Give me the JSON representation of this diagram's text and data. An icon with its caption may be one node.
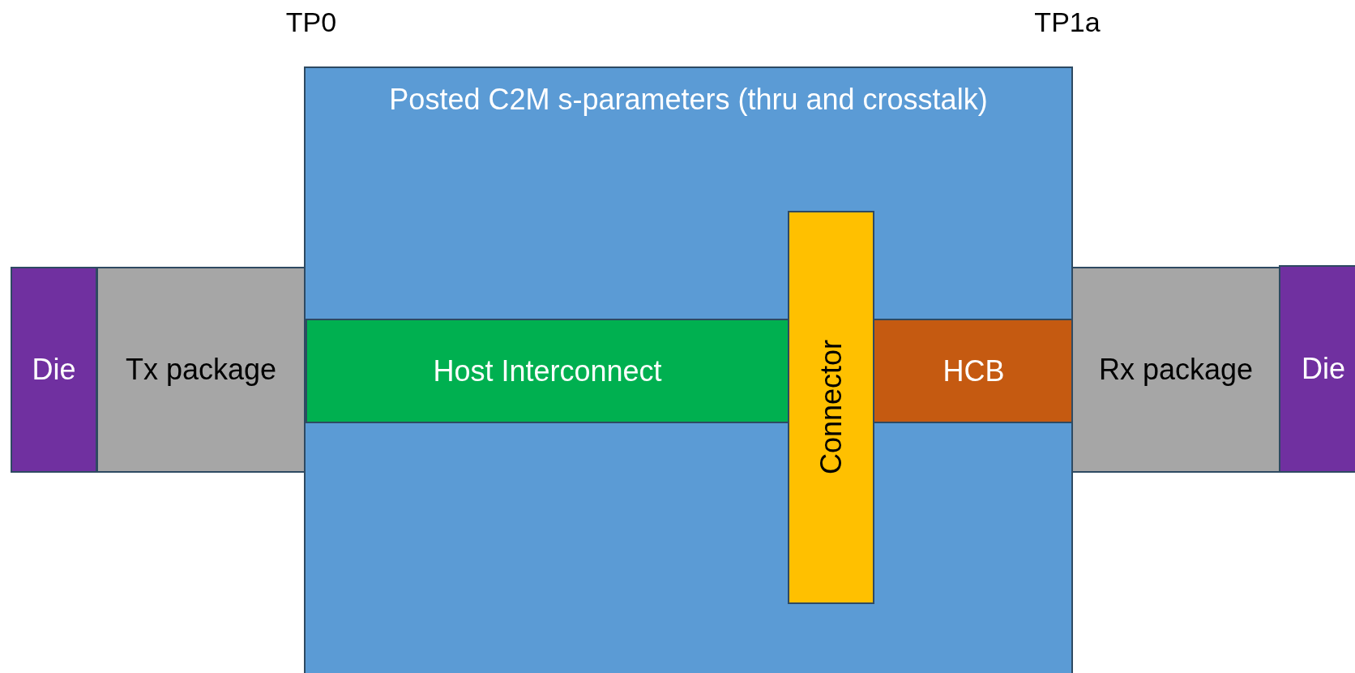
{
  "diagram": {
    "nodes": [
      {
        "text": [
          "Die"
        ]
      },
      {
        "text": [
          "Tx package"
        ]
      },
      {
        "text": [
          "Posted C2M s-parameters (thru and crosstalk)"
        ]
      },
      {
        "text": [
          "Host Interconnect"
        ],
        "in": 2
      },
      {
        "text": [
          "Connector"
        ],
        "in": 2
      },
      {
        "text": [
          "HCB"
        ],
        "in": 2
      },
      {
        "text": [
          "Rx package"
        ]
      },
      {
        "text": [
          "Die"
        ]
      }
    ],
    "edges": [],
    "labels": [
      "TP0",
      "TP1a"
    ]
  }
}
